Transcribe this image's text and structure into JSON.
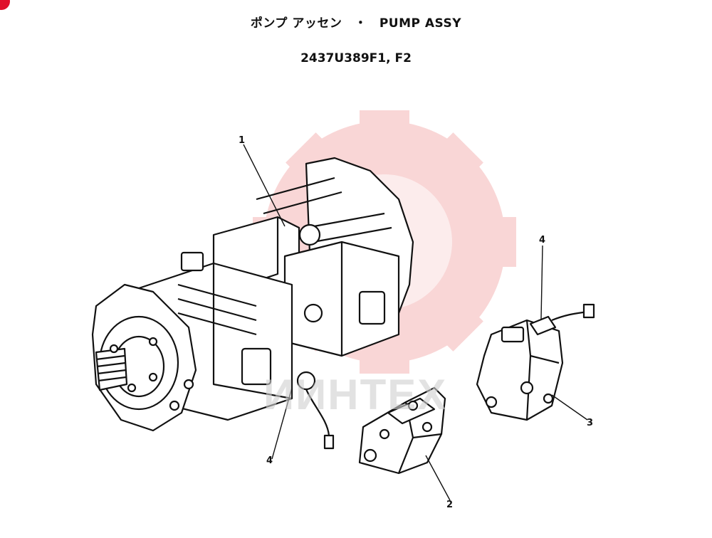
{
  "title": "ポンプ アッセン　・　PUMP ASSY",
  "subtitle": "2437U389F1, F2",
  "watermark": {
    "text": "ИИНТЕХ",
    "color": "#f7c9c9"
  },
  "callouts": [
    {
      "id": "c1",
      "label": "1"
    },
    {
      "id": "c2",
      "label": "2"
    },
    {
      "id": "c3",
      "label": "3"
    },
    {
      "id": "c4a",
      "label": "4"
    },
    {
      "id": "c4b",
      "label": "4"
    }
  ],
  "colors": {
    "ink": "#111111",
    "accent": "#e0102a"
  }
}
